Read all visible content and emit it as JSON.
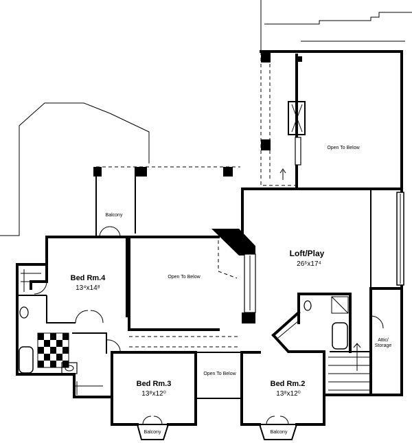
{
  "rooms": {
    "loft": {
      "name": "Loft/Play",
      "dims": "26⁶x17⁴"
    },
    "bed4": {
      "name": "Bed Rm.4",
      "dims": "13⁴x14⁸"
    },
    "bed3": {
      "name": "Bed Rm.3",
      "dims": "13⁸x12⁰"
    },
    "bed2": {
      "name": "Bed Rm.2",
      "dims": "13⁸x12⁰"
    }
  },
  "labels": {
    "open_top": "Open To Below",
    "open_mid": "Open To Below",
    "open_bottom": "Open To Below",
    "balcony_top": "Balcony",
    "balcony_bed3": "Balcony",
    "balcony_bed2": "Balcony",
    "attic_line1": "Attic/",
    "attic_line2": "Storage"
  }
}
